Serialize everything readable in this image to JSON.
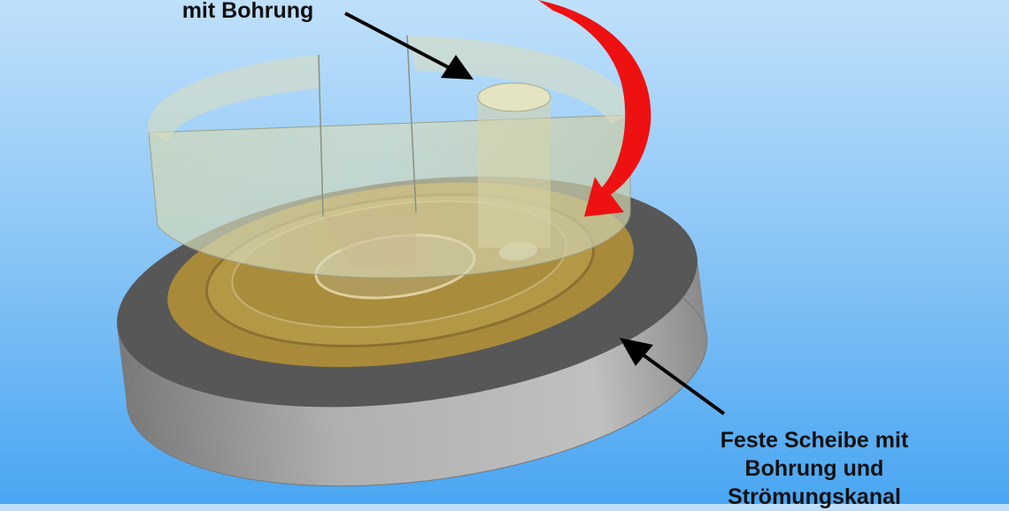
{
  "labels": {
    "top": "mit Bohrung",
    "bottom_line1": "Feste Scheibe mit",
    "bottom_line2": "Bohrung und",
    "bottom_line3": "Strömungskanal"
  },
  "colors": {
    "rotation_arrow": "#ee1111",
    "disk_top": "#5a5a5a",
    "disk_side": "#a8a8a8",
    "transparent_cylinder": "#d8d8a8",
    "channel_surface": "#b8963a"
  }
}
